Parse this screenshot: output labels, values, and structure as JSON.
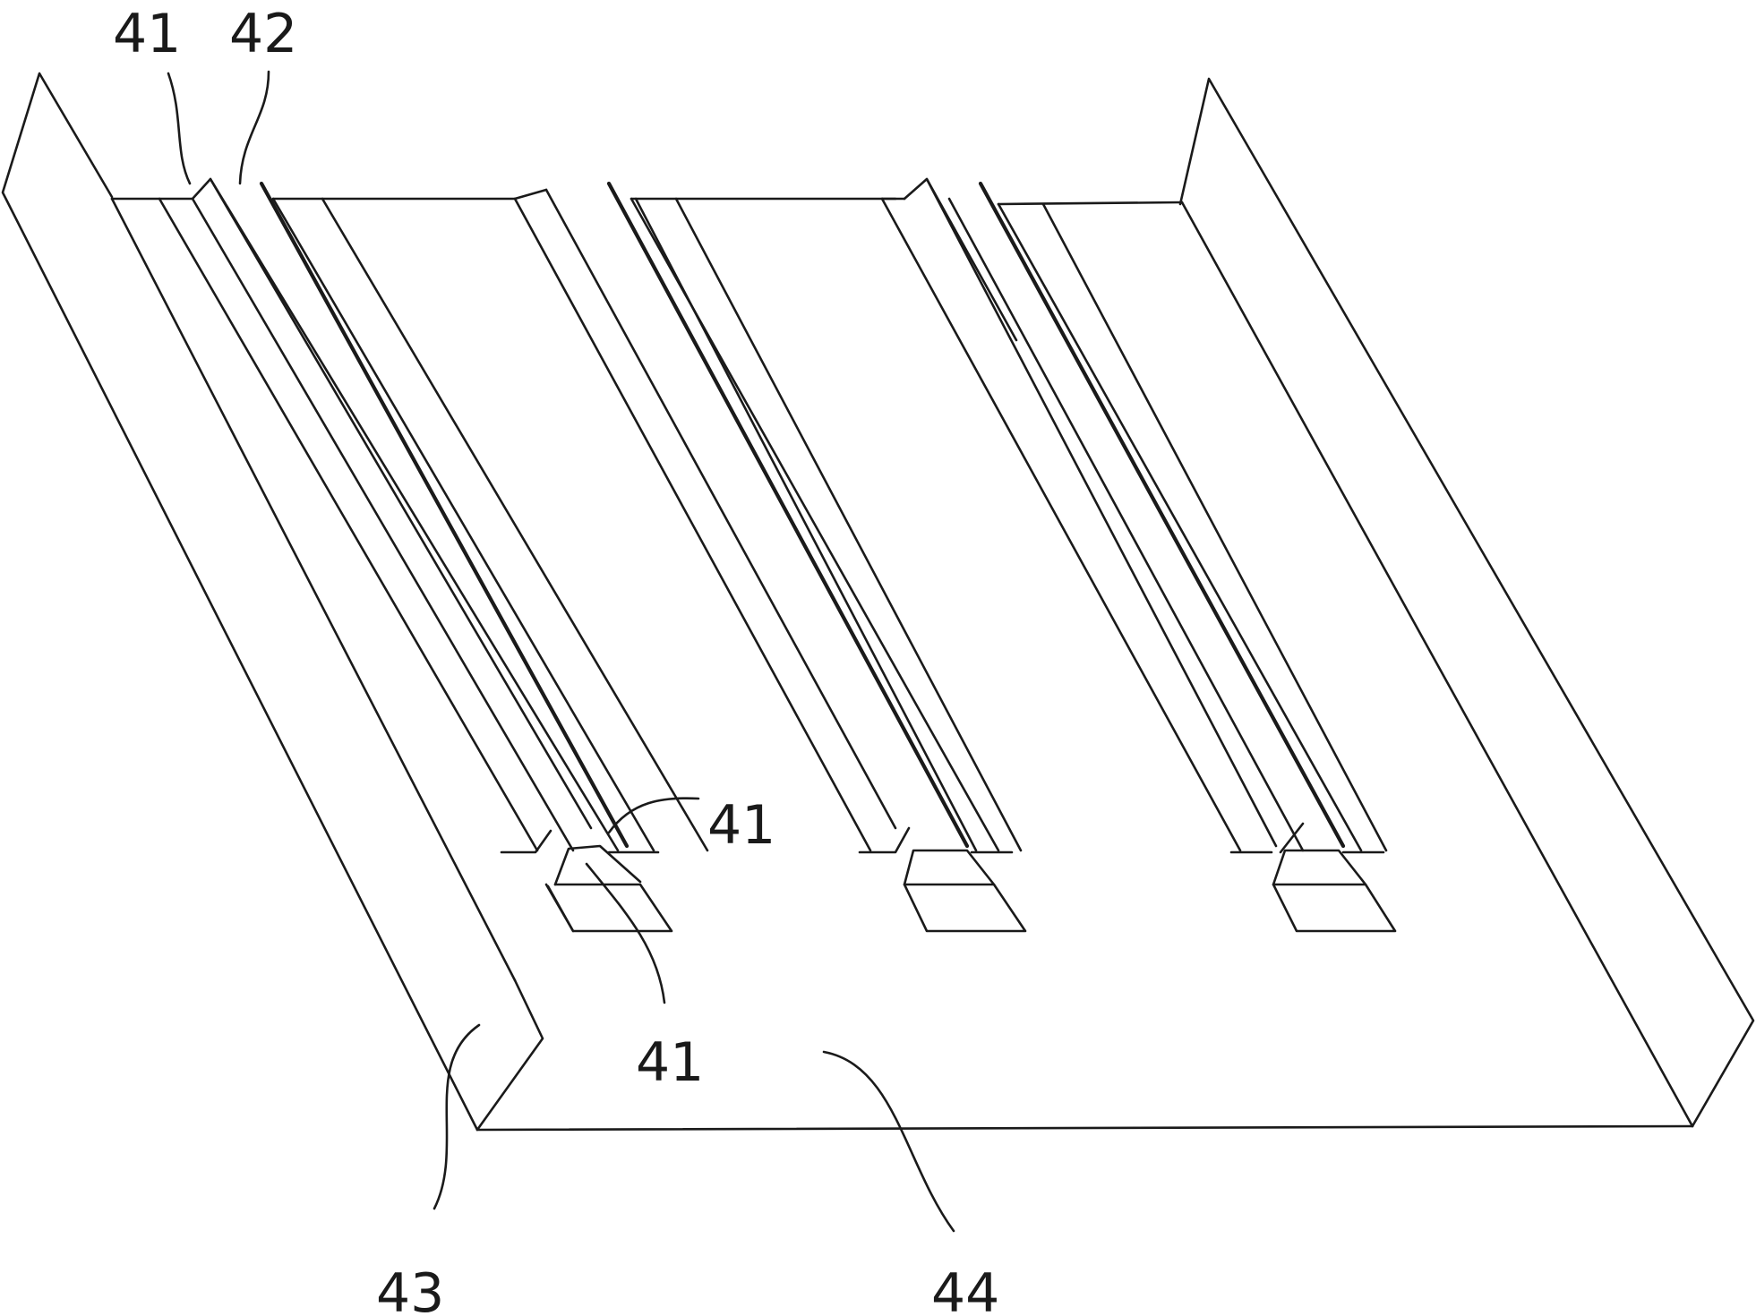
{
  "figure": {
    "labels": {
      "top_left_a": "41",
      "top_left_b": "42",
      "mid_right": "41",
      "mid_lower": "41",
      "bottom_left": "43",
      "bottom_right": "44"
    }
  }
}
